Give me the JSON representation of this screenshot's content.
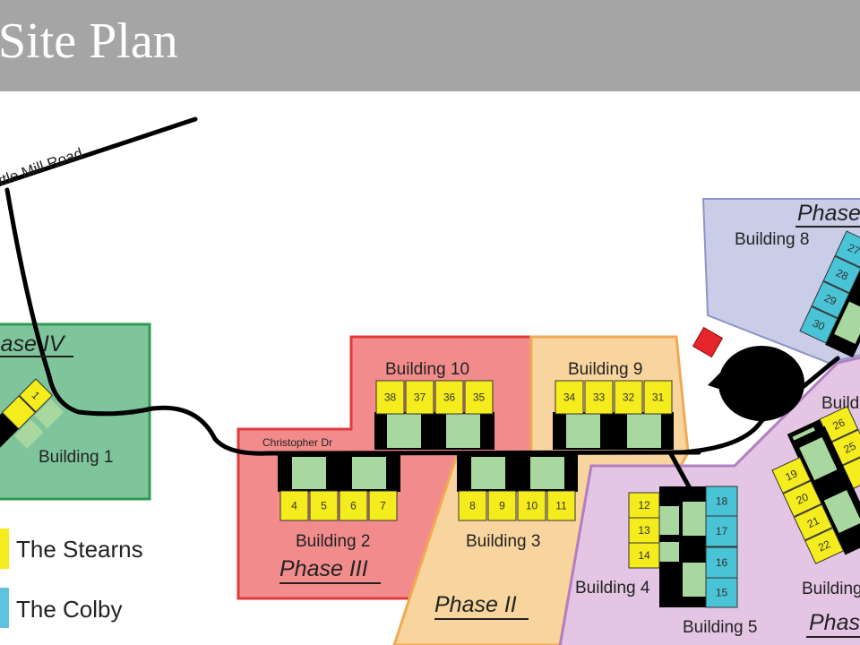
{
  "header": {
    "title": "Site Plan"
  },
  "roads": {
    "main": "Little Mill Road",
    "drive": "Christopher Dr"
  },
  "colors": {
    "stearns": "#f4ec1c",
    "colby": "#49c3d6",
    "green_space": "#a8d8a0",
    "road": "#000000",
    "header_bg": "#a5a5a5"
  },
  "phases": {
    "phase_iv": "Phase IV",
    "phase_iii": "Phase III",
    "phase_ii": "Phase II",
    "phase_top_right": "Phase",
    "phase_bottom_right": "Phase"
  },
  "legend": [
    {
      "label": "The Stearns",
      "type": "stearns"
    },
    {
      "label": "The Colby",
      "type": "colby"
    }
  ],
  "buildings": [
    {
      "id": "b1",
      "label": "Building 1",
      "units": [
        {
          "n": "1",
          "t": "stearns"
        },
        {
          "n": "",
          "t": "stearns"
        }
      ]
    },
    {
      "id": "b2",
      "label": "Building 2",
      "units": [
        {
          "n": "4",
          "t": "stearns"
        },
        {
          "n": "5",
          "t": "stearns"
        },
        {
          "n": "6",
          "t": "stearns"
        },
        {
          "n": "7",
          "t": "stearns"
        }
      ]
    },
    {
      "id": "b3",
      "label": "Building 3",
      "units": [
        {
          "n": "8",
          "t": "stearns"
        },
        {
          "n": "9",
          "t": "stearns"
        },
        {
          "n": "10",
          "t": "stearns"
        },
        {
          "n": "11",
          "t": "stearns"
        }
      ]
    },
    {
      "id": "b4",
      "label": "Building 4",
      "units": [
        {
          "n": "12",
          "t": "stearns"
        },
        {
          "n": "13",
          "t": "stearns"
        },
        {
          "n": "14",
          "t": "stearns"
        }
      ]
    },
    {
      "id": "b5",
      "label": "Building 5",
      "units": [
        {
          "n": "18",
          "t": "colby"
        },
        {
          "n": "17",
          "t": "colby"
        },
        {
          "n": "16",
          "t": "colby"
        },
        {
          "n": "15",
          "t": "colby"
        }
      ]
    },
    {
      "id": "b8",
      "label": "Building 8",
      "units": [
        {
          "n": "27",
          "t": "colby"
        },
        {
          "n": "28",
          "t": "colby"
        },
        {
          "n": "29",
          "t": "colby"
        },
        {
          "n": "30",
          "t": "colby"
        }
      ]
    },
    {
      "id": "b9",
      "label": "Building 9",
      "units": [
        {
          "n": "34",
          "t": "stearns"
        },
        {
          "n": "33",
          "t": "stearns"
        },
        {
          "n": "32",
          "t": "stearns"
        },
        {
          "n": "31",
          "t": "stearns"
        }
      ]
    },
    {
      "id": "b10",
      "label": "Building 10",
      "units": [
        {
          "n": "38",
          "t": "stearns"
        },
        {
          "n": "37",
          "t": "stearns"
        },
        {
          "n": "36",
          "t": "stearns"
        },
        {
          "n": "35",
          "t": "stearns"
        }
      ]
    },
    {
      "id": "br1",
      "label": "Building",
      "units": [
        {
          "n": "26",
          "t": "stearns"
        },
        {
          "n": "25",
          "t": "stearns"
        },
        {
          "n": "",
          "t": "stearns"
        }
      ]
    },
    {
      "id": "br2",
      "label": "Building",
      "units": [
        {
          "n": "19",
          "t": "stearns"
        },
        {
          "n": "20",
          "t": "stearns"
        },
        {
          "n": "21",
          "t": "stearns"
        },
        {
          "n": "22",
          "t": "stearns"
        }
      ]
    }
  ]
}
